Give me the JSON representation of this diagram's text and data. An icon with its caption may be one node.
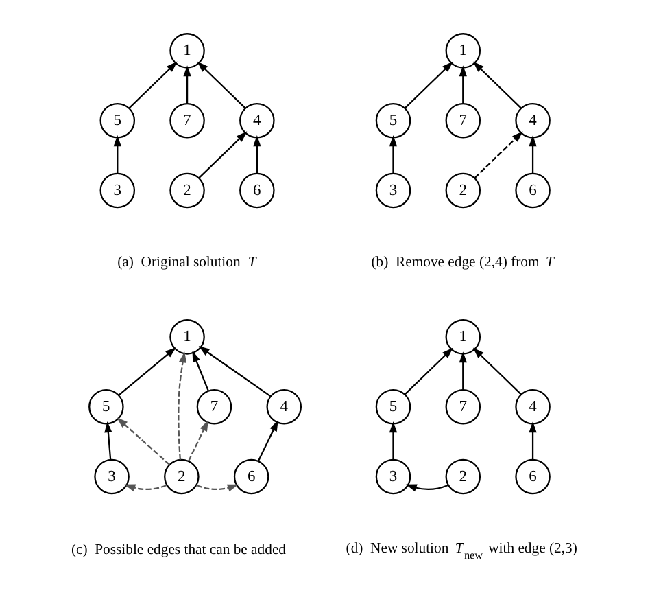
{
  "diagram": {
    "nodes": [
      {
        "text": [
          "1"
        ]
      },
      {
        "text": [
          "5"
        ]
      },
      {
        "text": [
          "7"
        ]
      },
      {
        "text": [
          "4"
        ]
      },
      {
        "text": [
          "3"
        ]
      },
      {
        "text": [
          "2"
        ]
      },
      {
        "text": [
          "6"
        ]
      },
      {
        "text": [
          "1"
        ]
      },
      {
        "text": [
          "5"
        ]
      },
      {
        "text": [
          "7"
        ]
      },
      {
        "text": [
          "4"
        ]
      },
      {
        "text": [
          "3"
        ]
      },
      {
        "text": [
          "2"
        ]
      },
      {
        "text": [
          "6"
        ]
      },
      {
        "text": [
          "1"
        ]
      },
      {
        "text": [
          "5"
        ]
      },
      {
        "text": [
          "7"
        ]
      },
      {
        "text": [
          "4"
        ]
      },
      {
        "text": [
          "3"
        ]
      },
      {
        "text": [
          "2"
        ]
      },
      {
        "text": [
          "6"
        ]
      },
      {
        "text": [
          "1"
        ]
      },
      {
        "text": [
          "5"
        ]
      },
      {
        "text": [
          "7"
        ]
      },
      {
        "text": [
          "4"
        ]
      },
      {
        "text": [
          "3"
        ]
      },
      {
        "text": [
          "2"
        ]
      },
      {
        "text": [
          "6"
        ]
      }
    ],
    "edges": [
      {
        "from": 1,
        "to": 0,
        "arrow": "to"
      },
      {
        "from": 2,
        "to": 0,
        "arrow": "to"
      },
      {
        "from": 3,
        "to": 0,
        "arrow": "to"
      },
      {
        "from": 4,
        "to": 1,
        "arrow": "to"
      },
      {
        "from": 5,
        "to": 3,
        "arrow": "to"
      },
      {
        "from": 6,
        "to": 3,
        "arrow": "to"
      },
      {
        "from": 8,
        "to": 7,
        "arrow": "to"
      },
      {
        "from": 9,
        "to": 7,
        "arrow": "to"
      },
      {
        "from": 10,
        "to": 7,
        "arrow": "to"
      },
      {
        "from": 11,
        "to": 8,
        "arrow": "to"
      },
      {
        "from": 12,
        "to": 10,
        "arrow": "to",
        "style": "dashed"
      },
      {
        "from": 13,
        "to": 10,
        "arrow": "to"
      },
      {
        "from": 15,
        "to": 14,
        "arrow": "to"
      },
      {
        "from": 16,
        "to": 14,
        "arrow": "to"
      },
      {
        "from": 17,
        "to": 14,
        "arrow": "to"
      },
      {
        "from": 18,
        "to": 15,
        "arrow": "to"
      },
      {
        "from": 20,
        "to": 17,
        "arrow": "to"
      },
      {
        "from": 19,
        "to": 15,
        "arrow": "to",
        "style": "dashed",
        "color": "#555555"
      },
      {
        "from": 19,
        "to": 16,
        "arrow": "to",
        "style": "dashed",
        "color": "#555555"
      },
      {
        "from": 19,
        "to": 18,
        "arrow": "to",
        "style": "dashed",
        "color": "#555555"
      },
      {
        "from": 19,
        "to": 20,
        "arrow": "to",
        "style": "dashed",
        "color": "#555555"
      },
      {
        "from": 19,
        "to": 14,
        "arrow": "to",
        "style": "dashed",
        "color": "#555555"
      },
      {
        "from": 22,
        "to": 21,
        "arrow": "to"
      },
      {
        "from": 23,
        "to": 21,
        "arrow": "to"
      },
      {
        "from": 24,
        "to": 21,
        "arrow": "to"
      },
      {
        "from": 25,
        "to": 22,
        "arrow": "to"
      },
      {
        "from": 26,
        "to": 25,
        "arrow": "to"
      },
      {
        "from": 27,
        "to": 24,
        "arrow": "to"
      }
    ],
    "labels": [
      "(a)  Original solution *T*",
      "(b)  Remove edge (2,4) from *T*",
      "(c)  Possible edges that can be added",
      "(d)  New solution *T*$_{new}$ with edge (2,3)"
    ]
  }
}
